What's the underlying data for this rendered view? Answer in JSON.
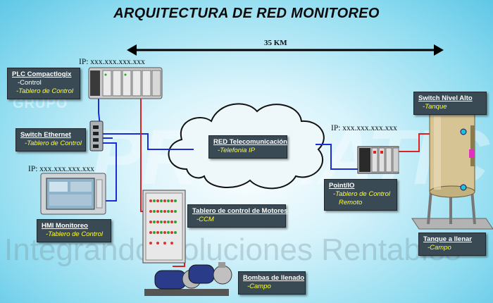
{
  "title": "ARQUITECTURA DE RED MONITOREO",
  "distance": "35 KM",
  "ips": {
    "plc": "IP: xxx.xxx.xxx.xxx",
    "hmi": "IP: xxx.xxx.xxx.xxx",
    "point_io": "IP: xxx.xxx.xxx.xxx"
  },
  "labels": {
    "plc": {
      "title": "PLC Compactlogix",
      "line1": "-Control",
      "line2": "-Tablero de Control"
    },
    "switch": {
      "title": "Switch Ethernet",
      "line1": "-Tablero de Control"
    },
    "hmi": {
      "title": "HMI Monitoreo",
      "line1": "-Tablero de Control"
    },
    "red": {
      "title": "RED Telecomunicación",
      "line1": "-Telefonia IP"
    },
    "ccm": {
      "title": "Tablero de control de Motores",
      "line1": "-CCM"
    },
    "pointio": {
      "title": "Point/IO",
      "line1": "-Tablero de Control",
      "line2": "Remoto"
    },
    "switch_nivel": {
      "title": "Switch Nivel Alto",
      "line1": "-Tanque"
    },
    "tanque": {
      "title": "Tanque a llenar",
      "line1": "-Campo"
    },
    "bombas": {
      "title": "Bombas de llenado",
      "line1": "-Campo"
    }
  },
  "watermark": {
    "brand": "PROMATIC",
    "group": "GRUPO",
    "slogan": "Integrando Soluciones Rentables"
  },
  "colors": {
    "ethernet": "#1a2dd6",
    "control": "#e02020",
    "label_bg": "#3a4a55",
    "label_sub": "#ffff33"
  }
}
